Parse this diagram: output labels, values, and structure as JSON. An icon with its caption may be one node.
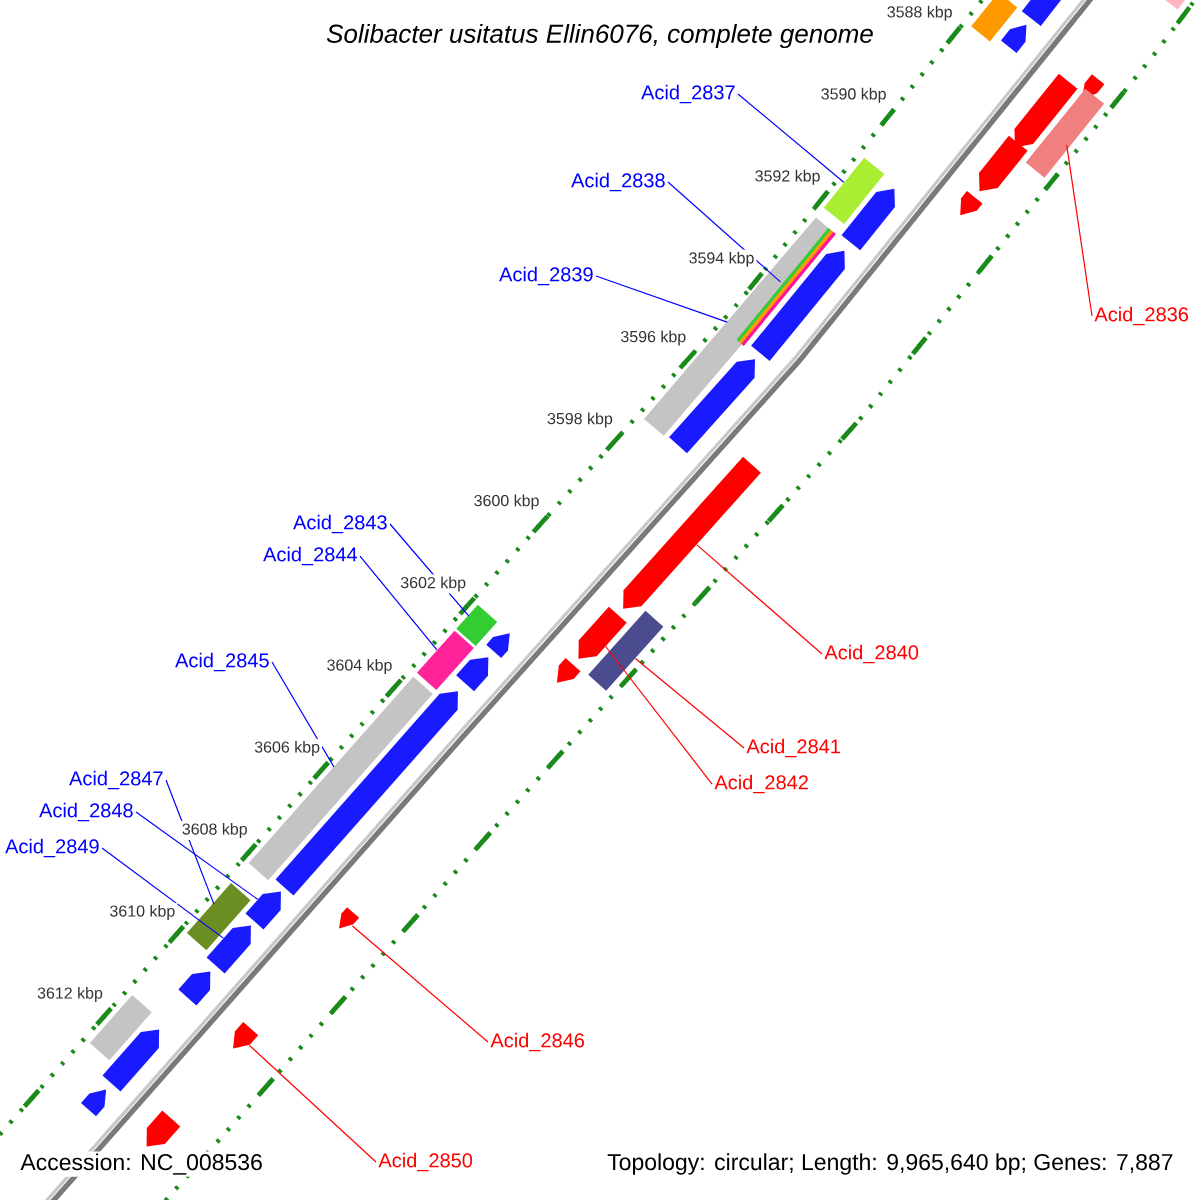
{
  "diagram": {
    "title": "Solibacter usitatus Ellin6076, complete genome",
    "nodes": [
      {
        "text": [
          "Acid_2837"
        ]
      },
      {
        "text": [
          "Acid_2838"
        ]
      },
      {
        "text": [
          "Acid_2839"
        ]
      },
      {
        "text": [
          "Acid_2836"
        ]
      },
      {
        "text": [
          "Acid_2843"
        ]
      },
      {
        "text": [
          "Acid_2844"
        ]
      },
      {
        "text": [
          "Acid_2840"
        ]
      },
      {
        "text": [
          "Acid_2845"
        ]
      },
      {
        "text": [
          "Acid_2841"
        ]
      },
      {
        "text": [
          "Acid_2847"
        ]
      },
      {
        "text": [
          "Acid_2842"
        ]
      },
      {
        "text": [
          "Acid_2848"
        ]
      },
      {
        "text": [
          "Acid_2849"
        ]
      },
      {
        "text": [
          "Acid_2846"
        ]
      },
      {
        "text": [
          "Acid_2850"
        ]
      },
      {
        "text": [],
        "shape": "arrow"
      },
      {
        "text": [],
        "shape": "box"
      },
      {
        "text": [],
        "shape": "box"
      },
      {
        "text": [],
        "shape": "arrow"
      },
      {
        "text": [],
        "shape": "arrow"
      },
      {
        "text": [],
        "shape": "arrow"
      },
      {
        "text": [],
        "shape": "box"
      },
      {
        "text": [],
        "shape": "arrow"
      },
      {
        "text": [],
        "shape": "box"
      },
      {
        "text": [],
        "shape": "arrow"
      },
      {
        "text": [],
        "shape": "arrow"
      },
      {
        "text": [],
        "shape": "box"
      },
      {
        "text": [],
        "shape": "box",
        "in": 26
      },
      {
        "text": [],
        "shape": "box",
        "in": 26
      },
      {
        "text": [],
        "shape": "box",
        "in": 26
      },
      {
        "text": [],
        "shape": "arrow"
      },
      {
        "text": [],
        "shape": "arrow"
      },
      {
        "text": [],
        "shape": "arrow"
      },
      {
        "text": [],
        "shape": "box"
      },
      {
        "text": [],
        "shape": "arrow"
      },
      {
        "text": [],
        "shape": "arrow"
      },
      {
        "text": [],
        "shape": "box"
      },
      {
        "text": [],
        "shape": "box"
      },
      {
        "text": [],
        "shape": "arrow"
      },
      {
        "text": [],
        "shape": "arrow"
      },
      {
        "text": [],
        "shape": "box"
      },
      {
        "text": [],
        "shape": "arrow"
      },
      {
        "text": [],
        "shape": "arrow"
      },
      {
        "text": [],
        "shape": "box"
      },
      {
        "text": [],
        "shape": "arrow"
      },
      {
        "text": [],
        "shape": "arrow"
      },
      {
        "text": [],
        "shape": "arrow"
      },
      {
        "text": [],
        "shape": "box"
      },
      {
        "text": [],
        "shape": "arrow"
      },
      {
        "text": [],
        "shape": "arrow"
      },
      {
        "text": [],
        "shape": "arrow"
      },
      {
        "text": [],
        "shape": "arrow"
      }
    ],
    "edges": [
      {
        "from": 0,
        "to": 23,
        "arrow": "none"
      },
      {
        "from": 1,
        "to": 27,
        "arrow": "none"
      },
      {
        "from": 2,
        "to": 26,
        "arrow": "none"
      },
      {
        "from": 3,
        "to": 21,
        "arrow": "none",
        "color": "#ff0000"
      },
      {
        "from": 4,
        "to": 33,
        "arrow": "none"
      },
      {
        "from": 5,
        "to": 37,
        "arrow": "none"
      },
      {
        "from": 6,
        "to": 32,
        "arrow": "none",
        "color": "#ff0000"
      },
      {
        "from": 7,
        "to": 40,
        "arrow": "none"
      },
      {
        "from": 8,
        "to": 36,
        "arrow": "none",
        "color": "#ff0000"
      },
      {
        "from": 9,
        "to": 43,
        "arrow": "none"
      },
      {
        "from": 10,
        "to": 34,
        "arrow": "none",
        "color": "#ff0000"
      },
      {
        "from": 11,
        "to": 42,
        "arrow": "none"
      },
      {
        "from": 12,
        "to": 45,
        "arrow": "none"
      },
      {
        "from": 13,
        "to": 44,
        "arrow": "none",
        "color": "#ff0000"
      },
      {
        "from": 14,
        "to": 48,
        "arrow": "none",
        "color": "#ff0000"
      }
    ],
    "labels": [
      "3588 kbp",
      "3590 kbp",
      "3592 kbp",
      "3594 kbp",
      "3596 kbp",
      "3598 kbp",
      "3600 kbp",
      "3602 kbp",
      "3604 kbp",
      "3606 kbp",
      "3608 kbp",
      "3610 kbp",
      "3612 kbp",
      "Accession: NC_008536",
      "Topology: circular; Length: 9,965,640 bp; Genes: 7,887"
    ]
  }
}
